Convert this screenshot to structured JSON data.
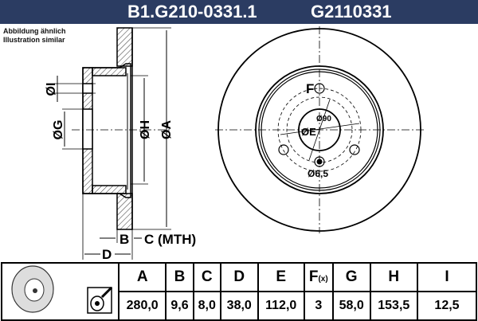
{
  "header": {
    "part_number": "B1.G210-0331.1",
    "alt_number": "G2110331",
    "background": "#2b3c62"
  },
  "note": {
    "line1": "Abbildung ähnlich",
    "line2": "Illustration similar"
  },
  "drawing": {
    "side_labels": {
      "I": "ØI",
      "G": "ØG",
      "H": "ØH",
      "A": "ØA",
      "B": "B",
      "C": "C (MTH)",
      "D": "D"
    },
    "front_labels": {
      "F": "F",
      "pcd": "Ø90",
      "E": "ØE",
      "hole": "Ø6,5"
    }
  },
  "table": {
    "headers": [
      "A",
      "B",
      "C",
      "D",
      "E",
      "F",
      "G",
      "H",
      "I"
    ],
    "f_suffix": "(x)",
    "values": [
      "280,0",
      "9,6",
      "8,0",
      "38,0",
      "112,0",
      "3",
      "58,0",
      "153,5",
      "12,5"
    ]
  }
}
